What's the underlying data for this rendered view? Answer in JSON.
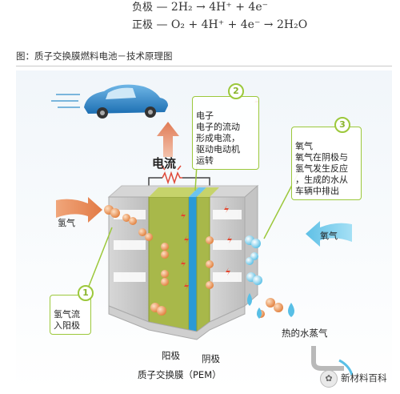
{
  "equations": {
    "anode_label": "负极",
    "anode_eq": "— 2H₂ → 4H⁺ + 4e⁻",
    "cathode_label": "正极",
    "cathode_eq": "— O₂ + 4H⁺ + 4e⁻ → 2H₂O"
  },
  "figure_title": "图：质子交换膜燃料电池－技术原理图",
  "current_label": "电流",
  "callout2": {
    "number": "2",
    "text": "电子\n电子的流动\n形成电流，\n驱动电动机\n运转"
  },
  "callout3": {
    "number": "3",
    "text": "氧气\n氧气在阴极与\n氢气发生反应\n，生成的水从\n车辆中排出"
  },
  "callout1": {
    "number": "1",
    "text": "氢气流\n入阳极"
  },
  "hydrogen_label": "氢气",
  "oxygen_label": "氧气",
  "steam_label": "热的水蒸气",
  "anode_label": "阳极",
  "cathode_label": "阴极",
  "pem_label": "质子交换膜（PEM）",
  "watermark": "新材料百科",
  "colors": {
    "callout_border": "#9cc83b",
    "anode_green": "#a8b84a",
    "pem_blue": "#2a9ad6",
    "orange_h2": "#e8884a",
    "blue_o2": "#8fd3ef",
    "current_arrow": "#e58a6a"
  }
}
